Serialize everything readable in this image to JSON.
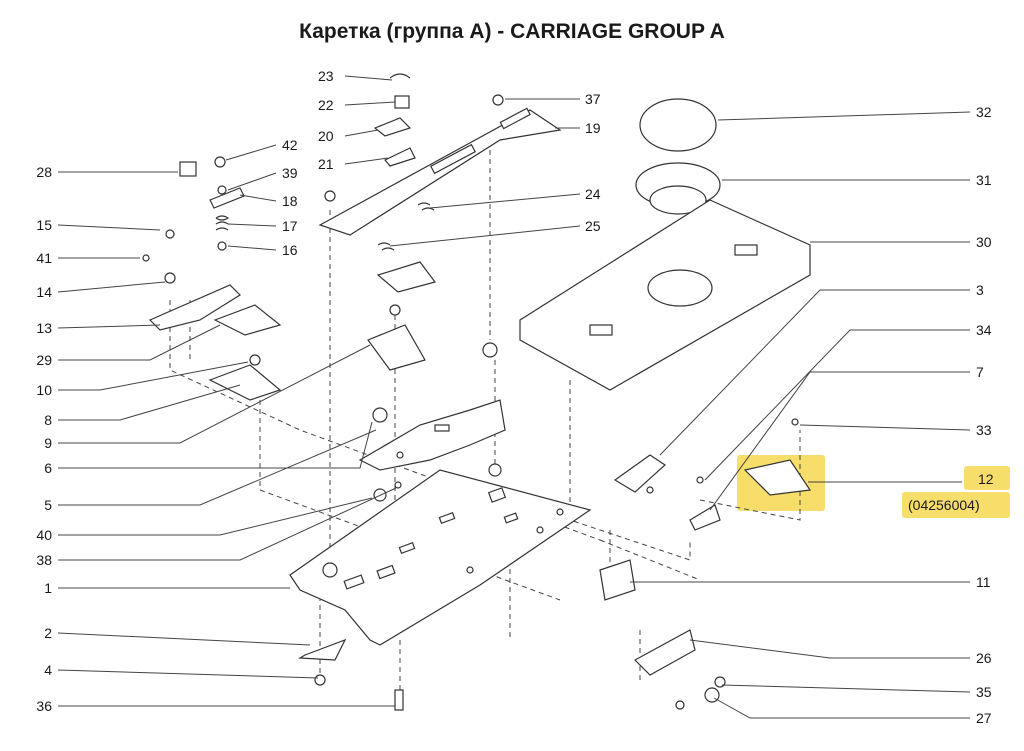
{
  "title": "Каретка (группа А) - CARRIAGE GROUP A",
  "highlight_color": "#f7de6a",
  "labels_left": [
    "28",
    "15",
    "41",
    "14",
    "13",
    "29",
    "10",
    "8",
    "9",
    "6",
    "5",
    "40",
    "38",
    "1",
    "2",
    "4",
    "36"
  ],
  "labels_center": [
    "23",
    "22",
    "20",
    "21",
    "42",
    "39",
    "18",
    "17",
    "16",
    "37",
    "19",
    "24",
    "25"
  ],
  "labels_right": [
    "32",
    "31",
    "30",
    "3",
    "34",
    "7",
    "33",
    "12",
    "11",
    "26",
    "35",
    "27"
  ],
  "part_number": "(04256004)"
}
